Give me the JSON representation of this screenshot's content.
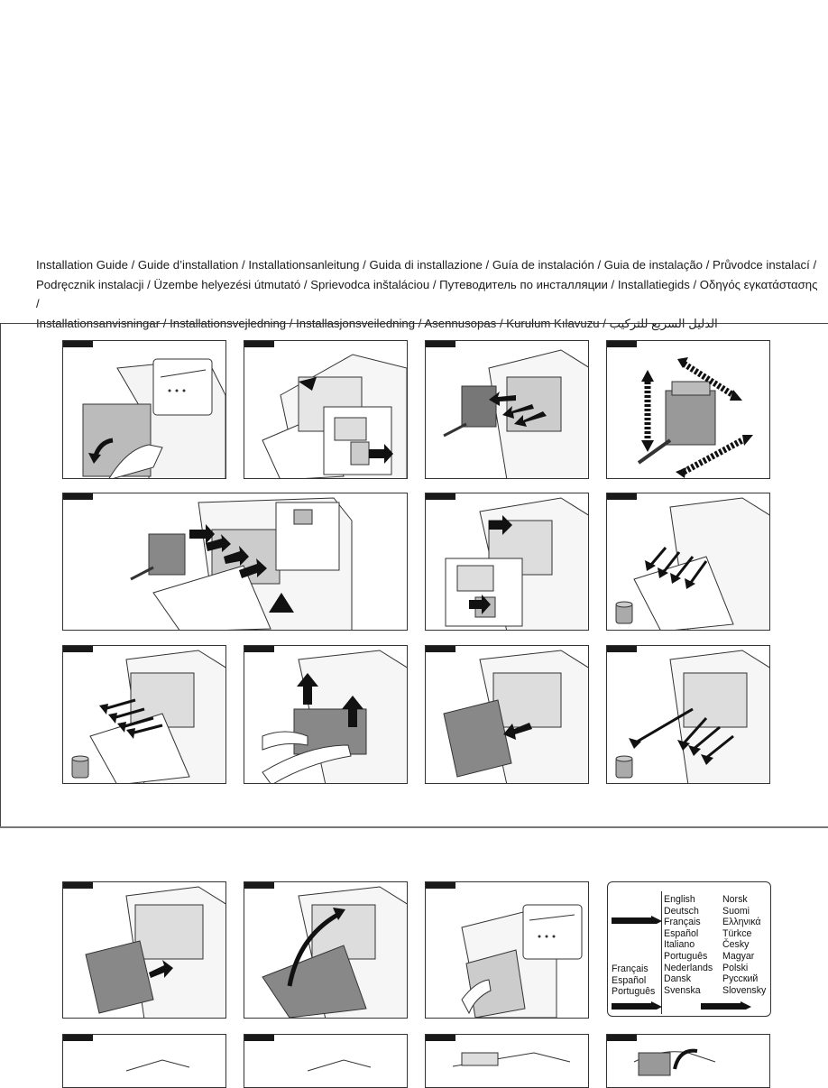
{
  "title": {
    "line1": [
      "Installation Guide",
      "Guide d’installation",
      "Installationsanleitung",
      "Guida di installazione",
      "Guía de instalación",
      "Guia de instalação",
      "Průvodce instalací"
    ],
    "line2": [
      "Podręcznik instalacji",
      "Üzembe helyezési útmutató",
      "Sprievodca inštaláciou",
      "Путеводитель по инсталляции",
      "Installatiegids",
      "Οδηγός εγκατάστασης"
    ],
    "line3": [
      "Installationsanvisningar",
      "Installationsvejledning",
      "Installasjonsveiledning",
      "Asennusopas",
      "Kurulum Kılavuzu",
      "الدليل السريع للتركيب"
    ]
  },
  "languages": {
    "column1": [
      "English",
      "Deutsch",
      "Français",
      "Español",
      "Italiano",
      "Português",
      "Nederlands",
      "Dansk",
      "Svenska"
    ],
    "column2": [
      "Norsk",
      "Suomi",
      "Ελληνικά",
      "Türkce",
      "Česky",
      "Magyar",
      "Polski",
      "Русский",
      "Slovensky"
    ],
    "column3": [
      "Français",
      "Español",
      "Português"
    ]
  },
  "panels": [
    "open-front-door",
    "push-release-lever",
    "remove-toner-cartridge",
    "shake-new-cartridge",
    "insert-new-cartridge",
    "lock-release-lever",
    "pull-out-tray",
    "remove-imaging-units",
    "lift-out-unit",
    "remove-waste-toner-box",
    "dispose-parts",
    "install-waste-toner-box",
    "close-front-door",
    "printer-status-screen",
    "step-13",
    "step-14",
    "step-15",
    "step-16"
  ]
}
